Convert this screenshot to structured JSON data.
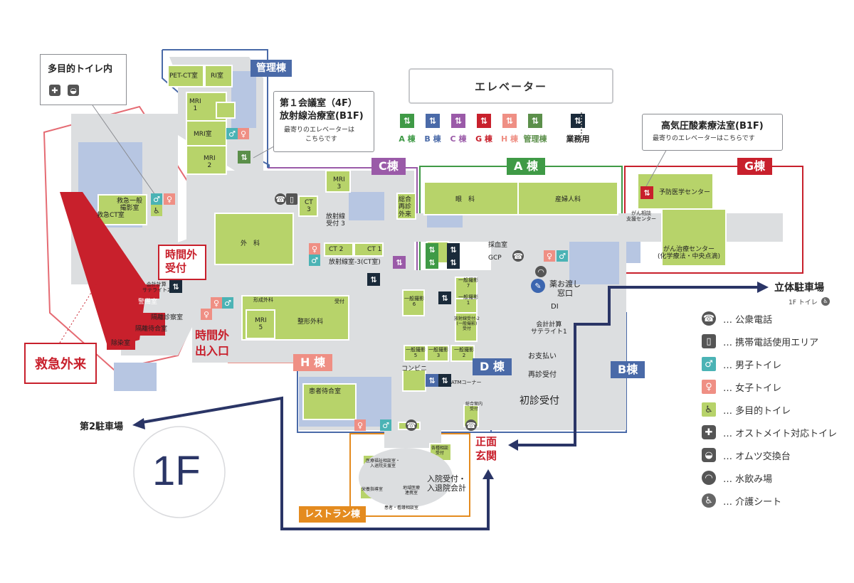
{
  "floor_label": "1F",
  "buildings": {
    "kanri": "管理棟",
    "c": "C棟",
    "a": "A 棟",
    "g": "G棟",
    "h": "H 棟",
    "b": "B棟",
    "d": "D 棟",
    "restaurant": "レストラン棟"
  },
  "callouts": {
    "toilet_title": "多目的トイレ内",
    "conference_line1": "第１会議室（4F）",
    "conference_line2": "放射線治療室(B1F)",
    "conference_note_1": "最寄りのエレベーターは",
    "conference_note_2": "こちらです",
    "hyperbaric_title": "高気圧酸素療法室(B1F)",
    "hyperbaric_note": "最寄りのエレベーターはこちらです"
  },
  "elevator_key": {
    "title": "エレベーター",
    "items": [
      {
        "label": "A 棟",
        "color": "#3f9a46"
      },
      {
        "label": "B 棟",
        "color": "#4a6aa8"
      },
      {
        "label": "C 棟",
        "color": "#9a5aa8"
      },
      {
        "label": "G 棟",
        "color": "#c8202c"
      },
      {
        "label": "H 棟",
        "color": "#ef8f84"
      },
      {
        "label": "管理棟",
        "color": "#5b8f4a"
      },
      {
        "label": "業務用",
        "color": "#1a2a3a"
      }
    ]
  },
  "entrances": {
    "after_hours_reception_1": "時間外",
    "after_hours_reception_2": "受付",
    "after_hours_entrance_1": "時間外",
    "after_hours_entrance_2": "出入口",
    "emergency": "救急外来",
    "main_1": "正面",
    "main_2": "玄関"
  },
  "parking": {
    "multi_storey": "立体駐車場",
    "multi_storey_note": "1F トイレ",
    "second": "第2駐車場"
  },
  "rooms": {
    "pet_ct": "PET-CT室",
    "ri": "RI室",
    "mri1": "MRI\n1",
    "mri_room": "MRI室",
    "mri2": "MRI\n2",
    "mri3": "MRI\n3",
    "mri5": "MRI\n5",
    "ct3": "CT\n3",
    "ct2": "CT 2",
    "ct1": "CT 1",
    "emergency_xray": "救急一般\n撮影室",
    "emergency_ct": "救急CT室",
    "surgery": "外　科",
    "radiation3": "放射線\n受付 3",
    "radiation_room3": "放射線室-3(CT室)",
    "general_rehab": "総合\n再診\n外来",
    "ophthalmology": "眼　科",
    "obgyn": "産婦人科",
    "preventive": "予防医学センター",
    "cancer_support": "がん相談\n支援センター",
    "cancer_center": "がん治療センター\n(化学療法・中央点滴)",
    "orthopedics": "整形外科",
    "plastic": "形成外科",
    "reception": "受付",
    "general_photo6": "一般撮影\n6",
    "general_photo7": "一般撮影\n7",
    "general_photo1": "一般撮影\n1",
    "general_photo5": "一般撮影\n5",
    "general_photo3": "一般撮影\n3",
    "general_photo2": "一般撮影\n2",
    "radiation2": "放射線受付-2\n(一般撮影)\n受付",
    "blood_room": "採血室",
    "gcp": "GCP",
    "pharmacy": "薬お渡し\n窓口",
    "di": "DI",
    "accounting_sat1": "会計計算\nサテライト1",
    "accounting_sat2": "会計計算\nサテライト2",
    "payment": "お支払い",
    "revisit": "再診受付",
    "first_visit": "初診受付",
    "guard": "警備室",
    "isolation_exam": "隔離診察室",
    "isolation_wait": "隔離待合室",
    "disinfection": "除染室",
    "waiting": "患者待合室",
    "convenience": "コンビニ",
    "atm": "ATMコーナー",
    "welfare": "医療福祉相談室・\n入退院支援室",
    "nutrition": "栄養指導室",
    "regional": "地域医療\n連携室",
    "consult": "患者・看護相談室",
    "admission": "入院受付・\n入退院会計",
    "dept_consult": "各種相談\n受付",
    "info": "総合案内\n受付"
  },
  "legend": [
    {
      "icon": "public-phone-icon",
      "label": "… 公衆電話"
    },
    {
      "icon": "mobile-area-icon",
      "label": "… 携帯電話使用エリア"
    },
    {
      "icon": "mens-toilet-icon",
      "label": "… 男子トイレ"
    },
    {
      "icon": "womens-toilet-icon",
      "label": "… 女子トイレ"
    },
    {
      "icon": "multipurpose-toilet-icon",
      "label": "… 多目的トイレ"
    },
    {
      "icon": "ostomate-toilet-icon",
      "label": "… オストメイト対応トイレ"
    },
    {
      "icon": "diaper-table-icon",
      "label": "… オムツ交換台"
    },
    {
      "icon": "drinking-fountain-icon",
      "label": "… 水飲み場"
    },
    {
      "icon": "care-sheet-icon",
      "label": "… 介護シート"
    }
  ],
  "colors": {
    "building_green": "#b7d36a",
    "corridor": "#dcdee0",
    "block_blue": "#b7c6e2",
    "emergency_red": "#c8202c",
    "route_navy": "#2a3566"
  }
}
